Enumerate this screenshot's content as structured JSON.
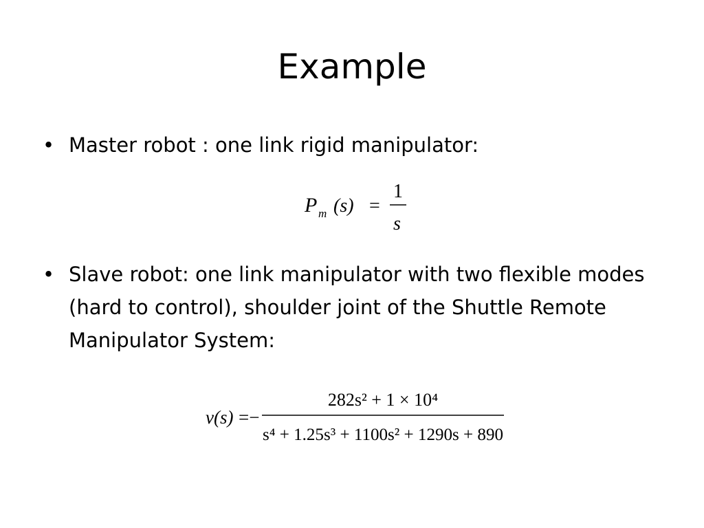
{
  "slide": {
    "title": "Example",
    "bullets": [
      {
        "symbol": "•",
        "text": "Master robot : one link rigid manipulator:"
      },
      {
        "symbol": "•",
        "text": "Slave robot: one link manipulator with two flexible modes (hard to control), shoulder  joint  of the Shuttle Remote Manipulator System:"
      }
    ],
    "equations": {
      "master": {
        "lhs_var": "P",
        "lhs_sub": "m",
        "lhs_arg": "(s)",
        "equals": "=",
        "numerator": "1",
        "denominator": "s"
      },
      "slave": {
        "lhs": "v(s)",
        "equals_minus": "=−",
        "numerator": "282s² + 1 × 10⁴",
        "denominator": "s⁴ + 1.25s³ + 1100s² + 1290s + 890"
      }
    }
  }
}
